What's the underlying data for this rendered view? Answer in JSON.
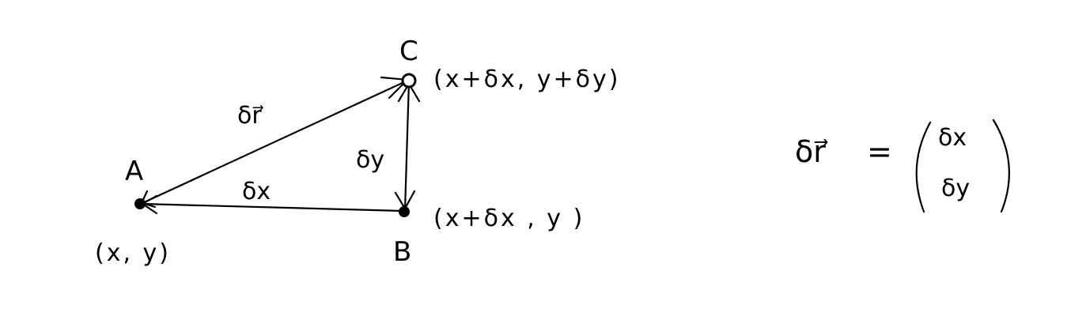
{
  "points": {
    "A": {
      "label": "A",
      "coord": "(x, y)"
    },
    "B": {
      "label": "B",
      "coord": "(x+δx , y )"
    },
    "C": {
      "label": "C",
      "coord": "(x+δx, y+δy)"
    }
  },
  "edges": {
    "AB": "δx",
    "BC": "δy",
    "AC": "δr⃗"
  },
  "equation": {
    "lhs": "δr⃗",
    "equals": "=",
    "top": "δx",
    "bottom": "δy"
  }
}
